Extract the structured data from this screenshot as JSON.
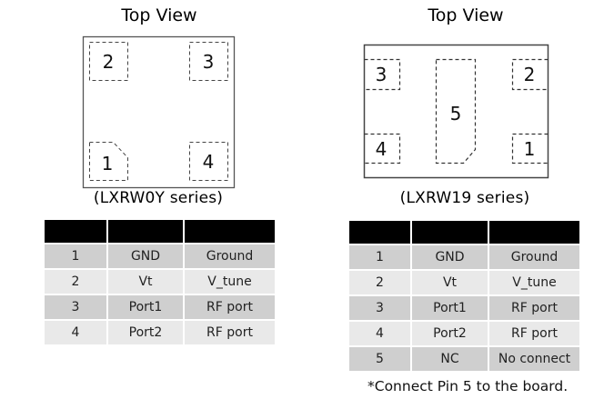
{
  "left": {
    "title": "Top View",
    "caption": "(LXRW0Y series)",
    "pads": [
      {
        "pin": "2",
        "position": "top-left"
      },
      {
        "pin": "3",
        "position": "top-right"
      },
      {
        "pin": "1",
        "position": "bottom-left",
        "index_mark": true
      },
      {
        "pin": "4",
        "position": "bottom-right"
      }
    ],
    "table": {
      "headers": [
        "",
        "",
        ""
      ],
      "rows": [
        [
          "1",
          "GND",
          "Ground"
        ],
        [
          "2",
          "Vt",
          "V_tune"
        ],
        [
          "3",
          "Port1",
          "RF port"
        ],
        [
          "4",
          "Port2",
          "RF port"
        ]
      ]
    }
  },
  "right": {
    "title": "Top View",
    "caption": "(LXRW19 series)",
    "pads": [
      {
        "pin": "3",
        "position": "top-left"
      },
      {
        "pin": "2",
        "position": "top-right"
      },
      {
        "pin": "4",
        "position": "bottom-left"
      },
      {
        "pin": "1",
        "position": "bottom-right"
      },
      {
        "pin": "5",
        "position": "center",
        "index_mark": true
      }
    ],
    "table": {
      "headers": [
        "",
        "",
        ""
      ],
      "rows": [
        [
          "1",
          "GND",
          "Ground"
        ],
        [
          "2",
          "Vt",
          "V_tune"
        ],
        [
          "3",
          "Port1",
          "RF port"
        ],
        [
          "4",
          "Port2",
          "RF port"
        ],
        [
          "5",
          "NC",
          "No connect"
        ]
      ]
    },
    "footnote": "*Connect Pin 5 to the board."
  },
  "colors": {
    "outline": "#555555",
    "pad_dash": "#444444",
    "header_bg": "#000000",
    "row_dark": "#cfcfcf",
    "row_light": "#e9e9e9"
  }
}
